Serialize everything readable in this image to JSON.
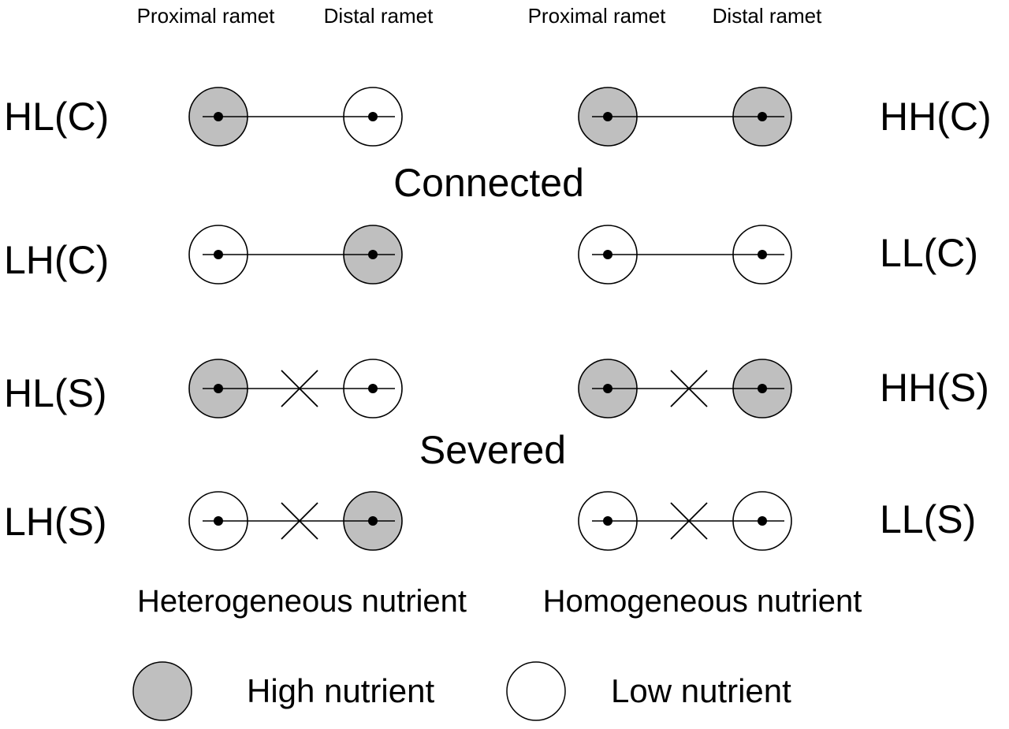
{
  "colors": {
    "high": "#bfbfbf",
    "low": "#ffffff",
    "stroke": "#000000"
  },
  "column_headers": {
    "left_proximal": "Proximal ramet",
    "left_distal": "Distal ramet",
    "right_proximal": "Proximal ramet",
    "right_distal": "Distal ramet"
  },
  "groups": {
    "connected": "Connected",
    "severed": "Severed"
  },
  "treatments": [
    {
      "label": "HL(C)",
      "proximal": "high",
      "distal": "low",
      "severed": false
    },
    {
      "label": "HH(C)",
      "proximal": "high",
      "distal": "high",
      "severed": false
    },
    {
      "label": "LH(C)",
      "proximal": "low",
      "distal": "high",
      "severed": false
    },
    {
      "label": "LL(C)",
      "proximal": "low",
      "distal": "low",
      "severed": false
    },
    {
      "label": "HL(S)",
      "proximal": "high",
      "distal": "low",
      "severed": true
    },
    {
      "label": "HH(S)",
      "proximal": "high",
      "distal": "high",
      "severed": true
    },
    {
      "label": "LH(S)",
      "proximal": "low",
      "distal": "high",
      "severed": true
    },
    {
      "label": "LL(S)",
      "proximal": "low",
      "distal": "low",
      "severed": true
    }
  ],
  "nutrient_types": {
    "heterogeneous": "Heterogeneous nutrient",
    "homogeneous": "Homogeneous nutrient"
  },
  "legend": {
    "high": "High nutrient",
    "low": "Low nutrient"
  }
}
